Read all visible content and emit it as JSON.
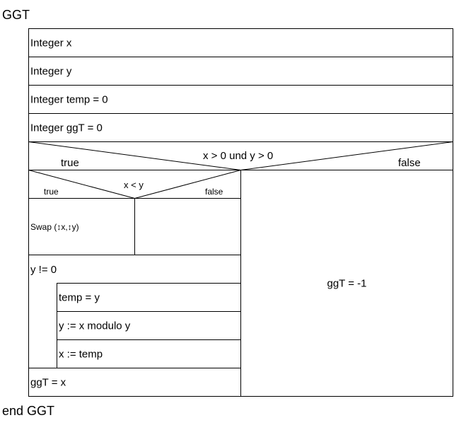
{
  "diagram": {
    "title": "GGT",
    "end_label": "end GGT",
    "declarations": [
      "Integer x",
      "Integer y",
      "Integer temp = 0",
      "Integer ggT = 0"
    ],
    "outer_condition": {
      "text": "x > 0 und y > 0",
      "true_label": "true",
      "false_label": "false"
    },
    "inner_condition": {
      "text": "x < y",
      "true_label": "true",
      "false_label": "false"
    },
    "swap_label": "Swap (↕x,↕y)",
    "loop_condition": "y != 0",
    "loop_body": [
      "temp = y",
      "y := x modulo y",
      "x := temp"
    ],
    "final_statement": "ggT = x",
    "false_branch_statement": "ggT = -1"
  }
}
